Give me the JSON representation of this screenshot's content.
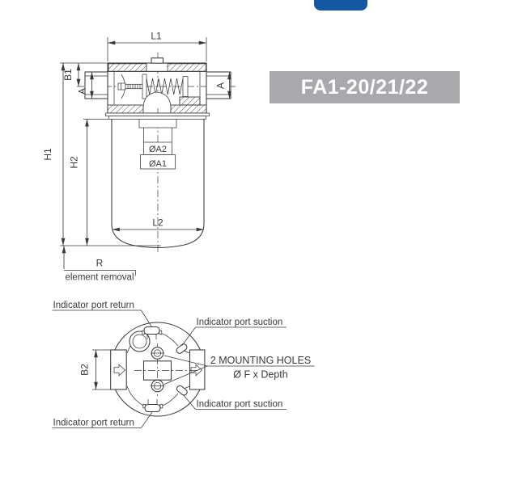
{
  "colors": {
    "background": "#ffffff",
    "line": "#3a3a3e",
    "banner_bg": "#a9a9ad",
    "banner_text": "#ffffff",
    "blue_tab": "#1558a2"
  },
  "banner": {
    "label": "FA1-20/21/22"
  },
  "front_view": {
    "dim_l1": "L1",
    "dim_b1": "B1",
    "dim_a_left": "A",
    "dim_a_right": "A",
    "dim_h1": "H1",
    "dim_h2": "H2",
    "dim_da2": "ØA2",
    "dim_da1": "ØA1",
    "dim_l2": "L2",
    "dim_r": "R",
    "note_element_removal": "element removal"
  },
  "top_view": {
    "dim_b2": "B2",
    "label_return_top": "Indicator port return",
    "label_return_bottom": "Indicator port return",
    "label_suction_top": "Indicator port suction",
    "label_suction_bottom": "Indicator port suction",
    "label_mounting_title": "2 MOUNTING HOLES",
    "label_mounting_detail": "Ø F x Depth"
  }
}
